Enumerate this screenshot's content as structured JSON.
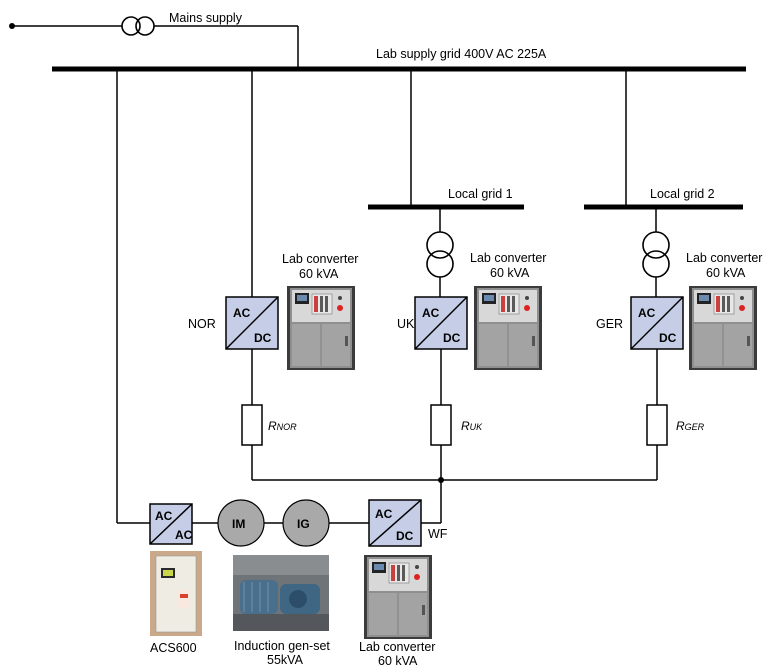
{
  "title": "Lab supply grid 400V AC 225A",
  "mains_label": "Mains supply",
  "local_grid_1": "Local grid 1",
  "local_grid_2": "Local grid 2",
  "lab_converter_line1": "Lab converter",
  "lab_converter_line2": "60 kVA",
  "node_nor": "NOR",
  "node_uk": "UK",
  "node_ger": "GER",
  "node_wf": "WF",
  "conv_ac": "AC",
  "conv_dc": "DC",
  "r_main": "R",
  "r_nor_sub": "NOR",
  "r_uk_sub": "UK",
  "r_ger_sub": "GER",
  "im_label": "IM",
  "ig_label": "IG",
  "acs_label": "ACS600",
  "genset_line1": "Induction gen-set",
  "genset_line2": "55kVA",
  "colors": {
    "converter_fill": "#c5cee6",
    "machine_fill": "#a9a9a9",
    "cabinet_grey": "#9a9a9a"
  },
  "icons": [
    "transformer-icon",
    "converter-icon",
    "resistor-icon",
    "machine-icon",
    "photo-cabinet",
    "photo-acs-drive",
    "photo-motor-genset"
  ]
}
